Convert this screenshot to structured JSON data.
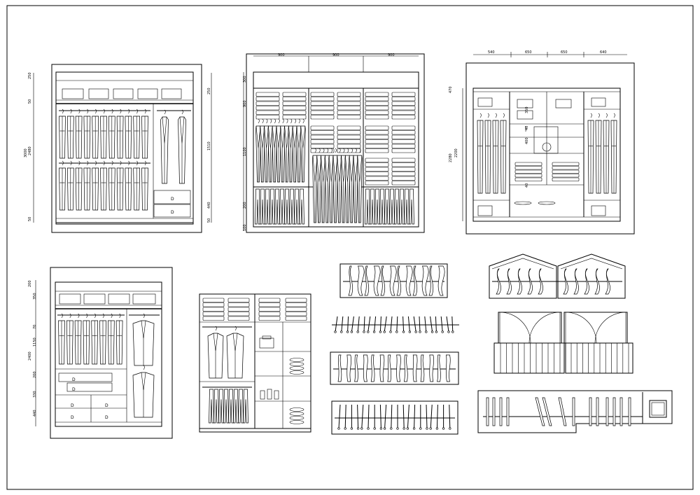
{
  "sheet": {
    "title": "Wardrobe elevations and plan details"
  },
  "elevations": {
    "elevation_1": {
      "dims_left": [
        "250",
        "50",
        "3000",
        "2480",
        "50"
      ],
      "dims_right": [
        "250",
        "1510",
        "440",
        "50"
      ],
      "drawer_marks": [
        "D",
        "D"
      ]
    },
    "elevation_2": {
      "dims_top": [
        "900",
        "900",
        "900"
      ],
      "dims_left": [
        "300",
        "900",
        "1100",
        "200",
        "100"
      ]
    },
    "elevation_3": {
      "dims_top": [
        "540",
        "650",
        "650",
        "640"
      ],
      "dims_left": [
        "2280",
        "2200",
        "470"
      ],
      "dims_inner": [
        "350",
        "40",
        "400",
        "40"
      ]
    },
    "elevation_4": {
      "dims_left": [
        "200",
        "2400",
        "350",
        "70",
        "1150",
        "200",
        "330",
        "440"
      ],
      "drawer_marks": [
        "D",
        "D",
        "D",
        "D",
        "D",
        "D"
      ]
    }
  }
}
